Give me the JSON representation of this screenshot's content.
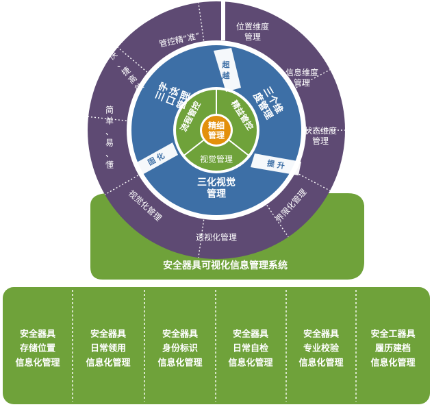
{
  "colors": {
    "purple": "#5e4a73",
    "blue": "#3d6fa6",
    "green": "#6fa23a",
    "orange": "#e3900c",
    "white": "#ffffff"
  },
  "outer_ring": {
    "segments": [
      "管控精“准”",
      "位置维度管理",
      "信息维度管理",
      "状态维度管理",
      "界限化管理",
      "透视化管理",
      "视觉化管理",
      "简单、易、懂",
      "快、捷高效"
    ]
  },
  "middle_ring": {
    "left_title": "三字口诀管理",
    "right_title": "三个维度管理",
    "bottom_title": "三化视觉管理",
    "connector_top": "超越",
    "connector_left": "固化",
    "connector_right": "提升"
  },
  "inner_ring": {
    "left": "流程管控",
    "right": "精益管控",
    "bottom": "视觉管理"
  },
  "core": {
    "label": "精细管理"
  },
  "system": {
    "title": "安全器具可视化信息管理系统"
  },
  "modules": [
    "安全器具存储位置信息化管理",
    "安全器具日常领用信息化管理",
    "安全器具身份标识信息化管理",
    "安全器具日常自检信息化管理",
    "安全器具专业校验信息化管理",
    "安全工器具履历建档信息化管理"
  ]
}
